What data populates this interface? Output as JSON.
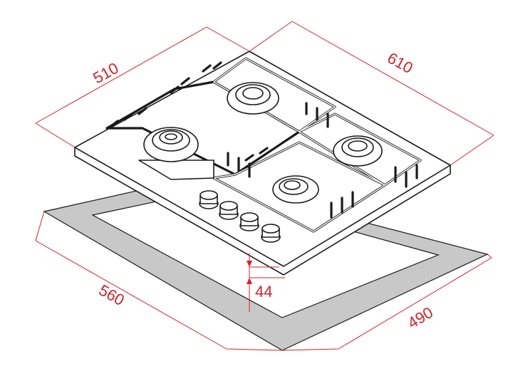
{
  "title": "Gas hob installation dimensions",
  "dimensions": {
    "depth_top": "510",
    "width_top": "610",
    "cutout_width": "560",
    "cutout_depth": "490",
    "height": "44"
  },
  "colors": {
    "dimension": "#d2232a",
    "cutout_frame": "#c8c8c8",
    "outline": "#1a1a1a"
  }
}
